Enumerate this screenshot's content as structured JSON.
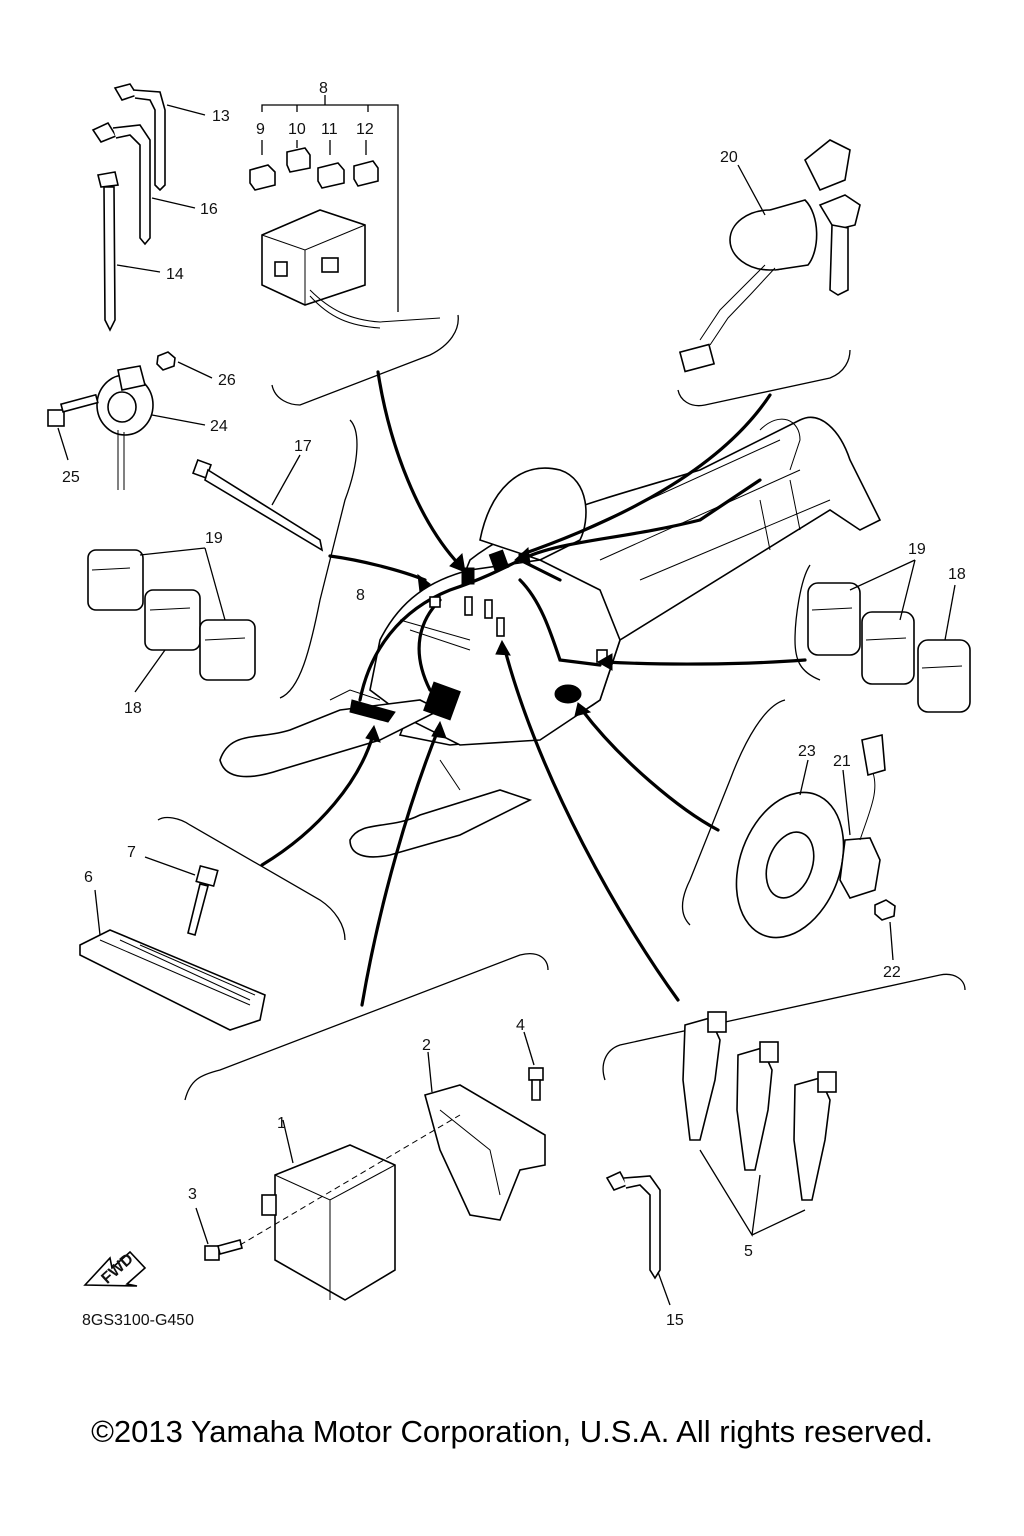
{
  "diagram": {
    "code": "8GS3100-G450",
    "fwd": "FWD",
    "callouts": {
      "c1": "1",
      "c2": "2",
      "c3": "3",
      "c4": "4",
      "c5": "5",
      "c6": "6",
      "c7": "7",
      "c8_top": "8",
      "c8_mid": "8",
      "c9": "9",
      "c10": "10",
      "c11": "11",
      "c12": "12",
      "c13": "13",
      "c14": "14",
      "c15": "15",
      "c16": "16",
      "c17": "17",
      "c18_left": "18",
      "c18_right": "18",
      "c19_left": "19",
      "c19_right": "19",
      "c20": "20",
      "c21": "21",
      "c22": "22",
      "c23": "23",
      "c24": "24",
      "c25": "25",
      "c26": "26"
    }
  },
  "footer": {
    "copyright": "©2013 Yamaha Motor Corporation, U.S.A. All rights reserved."
  }
}
